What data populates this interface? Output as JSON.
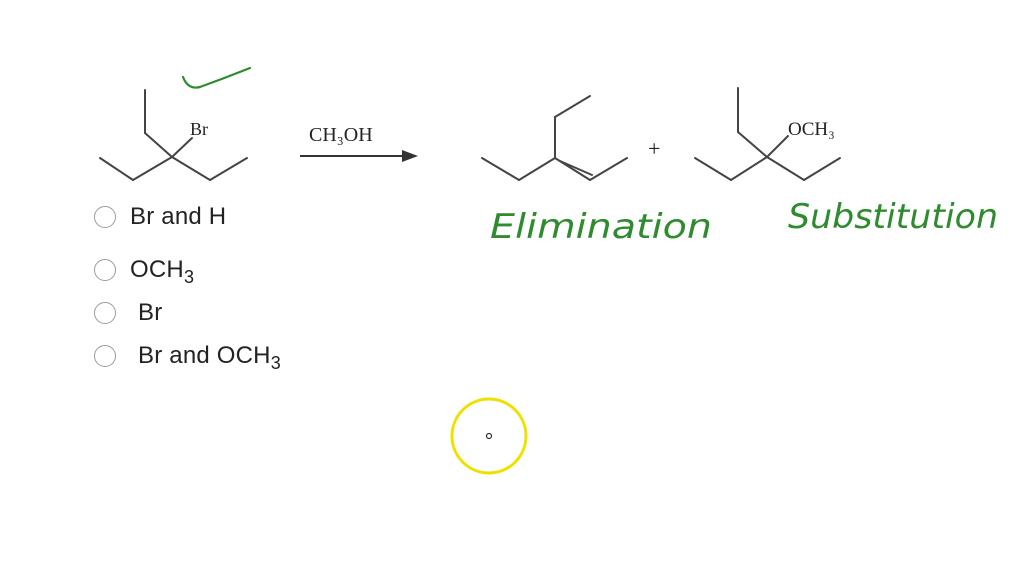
{
  "reaction": {
    "reactant_substituent": "Br",
    "reagent": "CH₃OH",
    "plus_sign": "+",
    "substitution_group": "OCH₃"
  },
  "annotations": {
    "elimination_label": "Elimination",
    "substitution_label": "Substitution",
    "ink_color": "#2e8b2e"
  },
  "question": {
    "options": [
      {
        "label": "Br and H"
      },
      {
        "label": "OCH",
        "subscript": "3"
      },
      {
        "label": "Br"
      },
      {
        "label": "Br and OCH",
        "subscript": "3"
      }
    ]
  },
  "cursor": {
    "highlight_color": "#f0e000"
  }
}
